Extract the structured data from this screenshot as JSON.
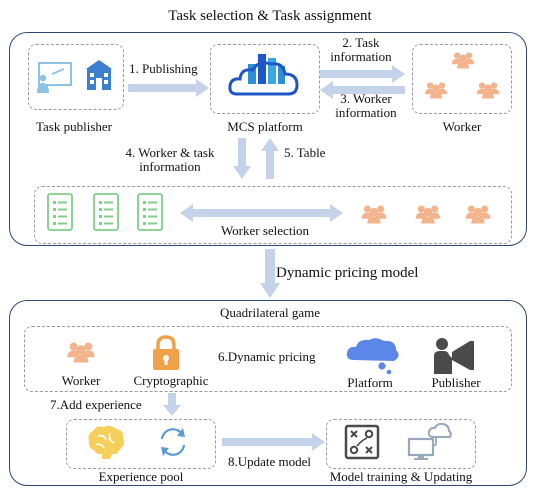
{
  "top": {
    "title": "Task selection & Task assignment",
    "publisher_label": "Task publisher",
    "platform_label": "MCS platform",
    "worker_label": "Worker",
    "step1": "1. Publishing",
    "step2_line1": "2. Task",
    "step2_line2": "information",
    "step3_line1": "3. Worker",
    "step3_line2": "information",
    "step4_line1": "4. Worker & task",
    "step4_line2": "information",
    "step5": "5. Table",
    "selection_label": "Worker selection"
  },
  "middle": {
    "label": "Dynamic pricing model"
  },
  "bottom": {
    "title": "Quadrilateral game",
    "worker_label": "Worker",
    "crypto_label": "Cryptographic",
    "pricing_label": "6.Dynamic pricing",
    "platform_label": "Platform",
    "publisher_label": "Publisher",
    "step7": "7.Add experience",
    "pool_label": "Experience pool",
    "step8": "8.Update model",
    "training_label": "Model training & Updating"
  },
  "colors": {
    "panel_border": "#2f4a6e",
    "arrow": "#c5d3ea",
    "worker_icon": "#f3b48d",
    "doc_icon": "#7fcf8a",
    "cloud_icon": "#2e8fd8",
    "brain_icon": "#f6cf5a",
    "cycle_icon": "#5b9bd5",
    "platform_cloud": "#1f56c7"
  },
  "icons": [
    "presentation-board-icon",
    "school-building-icon",
    "cloud-server-icon",
    "worker-group-icon",
    "checklist-doc-icon",
    "lock-icon",
    "thought-cloud-icon",
    "megaphone-person-icon",
    "brain-icon",
    "refresh-cycle-icon",
    "strategy-board-icon",
    "cloud-computer-icon"
  ]
}
